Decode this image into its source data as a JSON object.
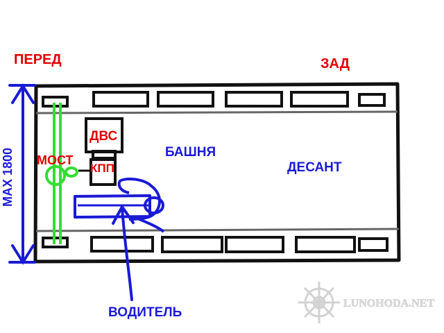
{
  "labels": {
    "front": "ПЕРЕД",
    "rear": "ЗАД",
    "width_limit": "MAX 1800",
    "engine": "ДВС",
    "axle": "МОСТ",
    "gearbox": "КПП",
    "turret": "БАШНЯ",
    "troops": "ДЕСАНТ",
    "driver": "ВОДИТЕЛЬ"
  },
  "watermark": {
    "text": "LUNOHODA.NET",
    "icon": "ship-wheel-icon"
  },
  "colors": {
    "red_label": "#e00000",
    "blue_label": "#1a1ad6",
    "green_axle": "#33dd33",
    "outline": "#111111",
    "watermark": "#d6d6d6"
  }
}
